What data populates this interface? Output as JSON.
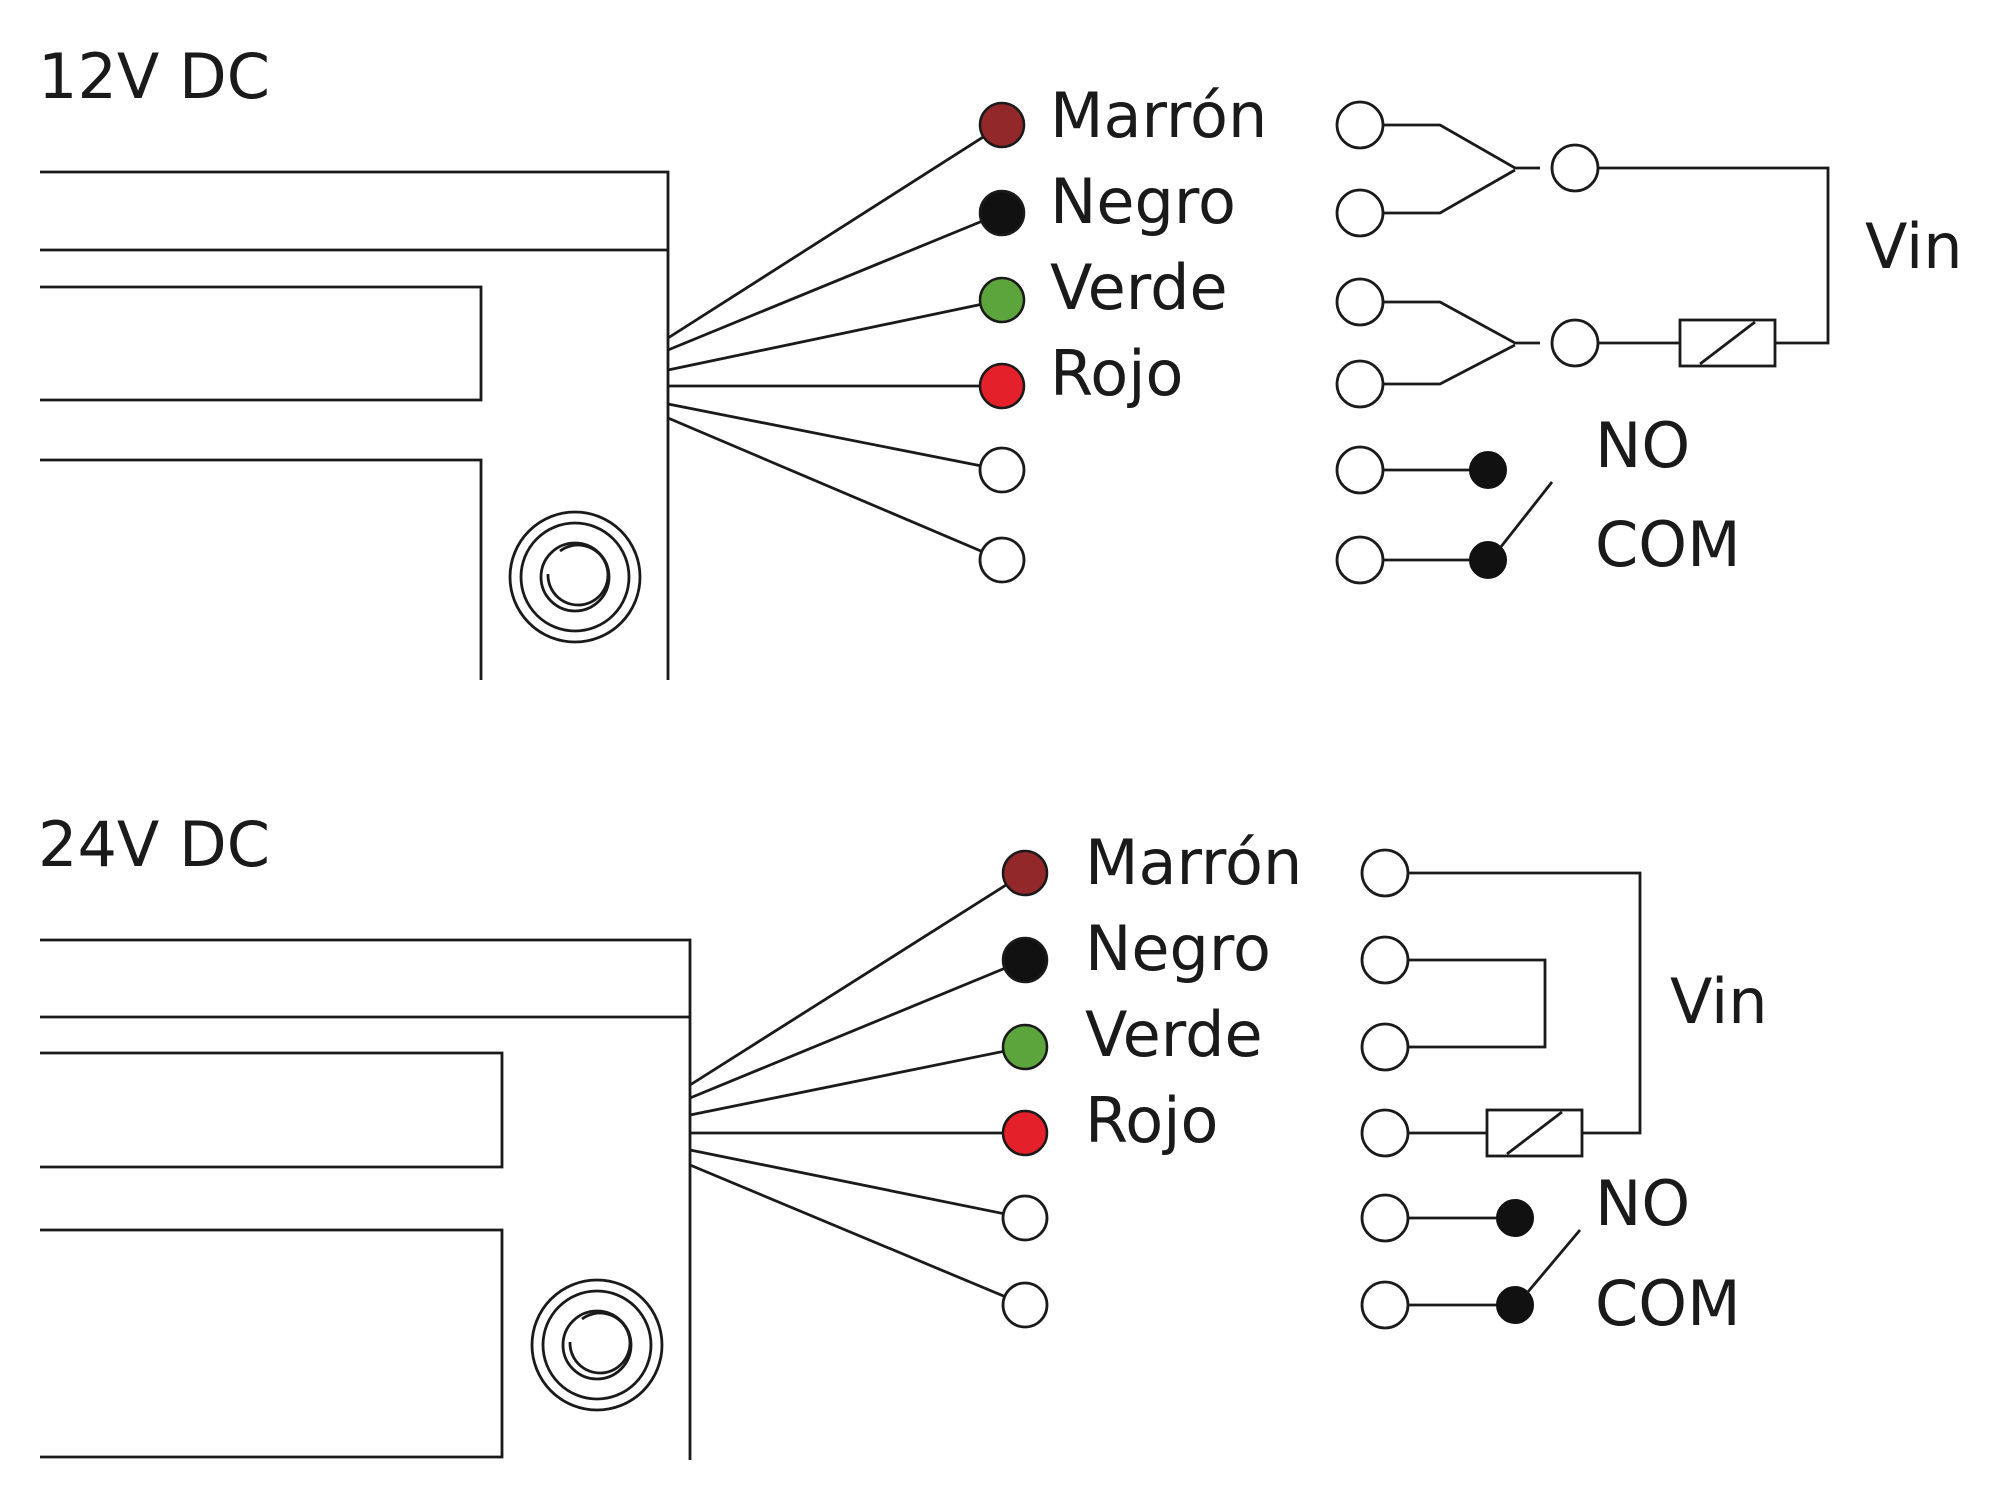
{
  "sections": [
    {
      "title": "12V DC",
      "wires": [
        {
          "label": "Marrón",
          "color": "#93282a"
        },
        {
          "label": "Negro",
          "color": "#111111"
        },
        {
          "label": "Verde",
          "color": "#5ba53c"
        },
        {
          "label": "Rojo",
          "color": "#e4202a"
        }
      ],
      "vin_label": "Vin",
      "no_label": "NO",
      "com_label": "COM"
    },
    {
      "title": "24V DC",
      "wires": [
        {
          "label": "Marrón",
          "color": "#93282a"
        },
        {
          "label": "Negro",
          "color": "#111111"
        },
        {
          "label": "Verde",
          "color": "#5ba53c"
        },
        {
          "label": "Rojo",
          "color": "#e4202a"
        }
      ],
      "vin_label": "Vin",
      "no_label": "NO",
      "com_label": "COM"
    }
  ]
}
